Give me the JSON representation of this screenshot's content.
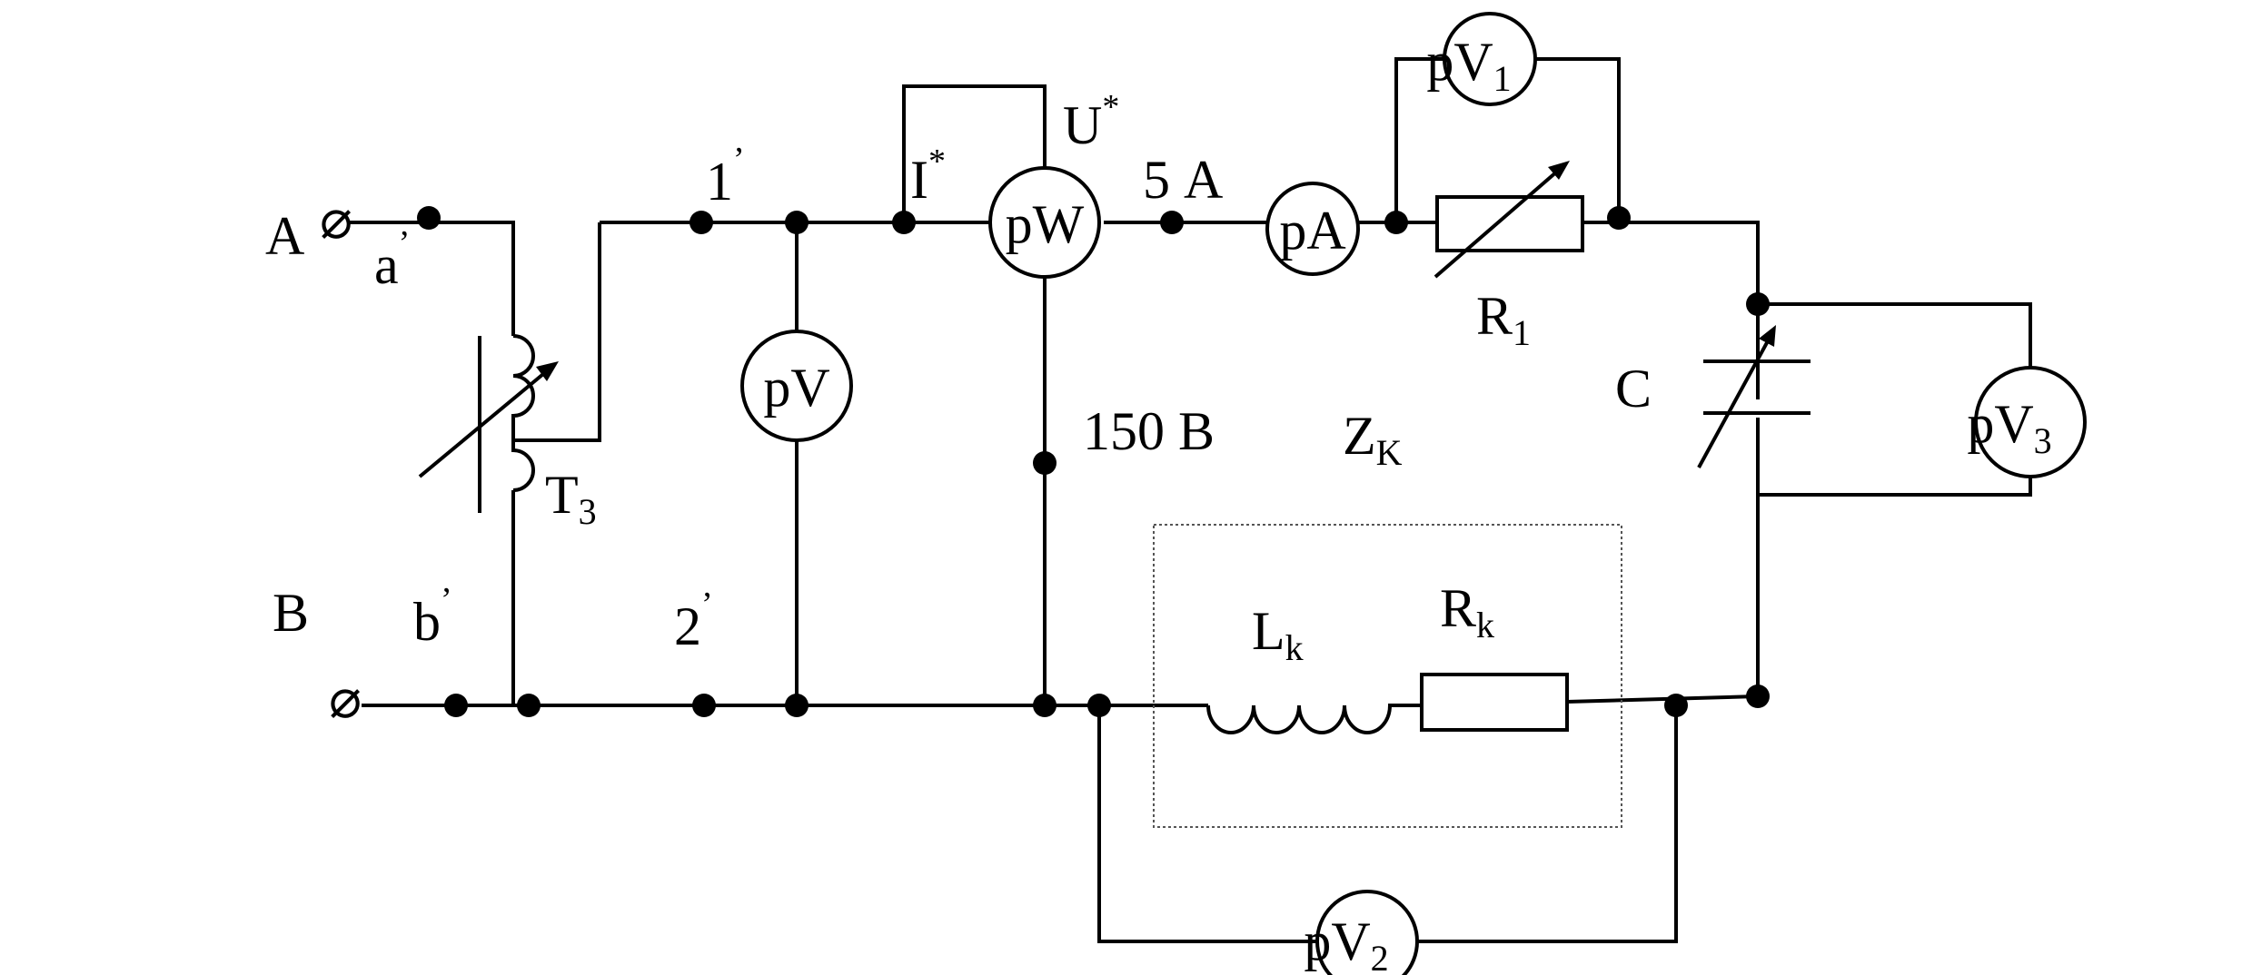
{
  "terminals": {
    "A": "A",
    "B": "B",
    "a": "a",
    "a_prime": "’",
    "b": "b",
    "b_prime": "’",
    "one": "1",
    "one_prime": "’",
    "two": "2",
    "two_prime": "’",
    "terminal_symbol": "⌀"
  },
  "wattmeter": {
    "label": "pW",
    "current_coil": "I",
    "current_star": "*",
    "voltage_coil": "U",
    "voltage_star": "*",
    "current_range": "5 А",
    "voltage_range": "150 В"
  },
  "meters": {
    "voltmeter": "pV",
    "ammeter": "pA",
    "pv1_main": "pV",
    "pv1_sub": "1",
    "pv2_main": "pV",
    "pv2_sub": "2",
    "pv3_main": "pV",
    "pv3_sub": "3"
  },
  "components": {
    "transformer_main": "Т",
    "transformer_sub": "3",
    "r1_main": "R",
    "r1_sub": "1",
    "capacitor": "C",
    "zk_main": "Z",
    "zk_sub": "K",
    "lk_main": "L",
    "lk_sub": "k",
    "rk_main": "R",
    "rk_sub": "k"
  }
}
